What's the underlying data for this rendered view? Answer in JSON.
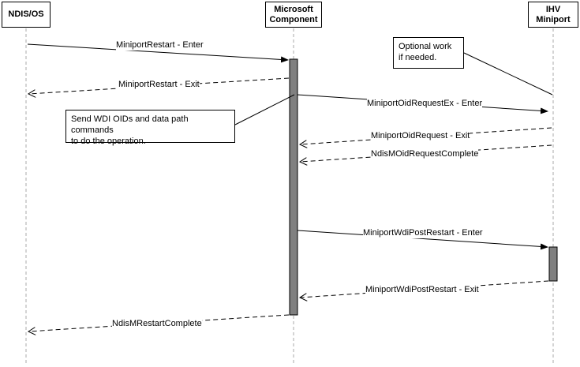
{
  "participants": {
    "ndis": {
      "label": "NDIS/OS"
    },
    "microsoft": {
      "line1": "Microsoft",
      "line2": "Component"
    },
    "ihv": {
      "line1": "IHV",
      "line2": "Miniport"
    }
  },
  "messages": [
    {
      "id": "m1",
      "label": "MiniportRestart - Enter",
      "from": "ndis",
      "to": "microsoft",
      "style": "solid"
    },
    {
      "id": "m2",
      "label": "MiniportRestart - Exit",
      "from": "microsoft",
      "to": "ndis",
      "style": "dashed"
    },
    {
      "id": "m3",
      "label": "MiniportOidRequestEx - Enter",
      "from": "microsoft",
      "to": "ihv",
      "style": "solid"
    },
    {
      "id": "m4",
      "label": "MiniportOidRequest - Exit",
      "from": "ihv",
      "to": "microsoft",
      "style": "dashed"
    },
    {
      "id": "m5",
      "label": "NdisMOidRequestComplete",
      "from": "ihv",
      "to": "microsoft",
      "style": "dashed"
    },
    {
      "id": "m6",
      "label": "MiniportWdiPostRestart - Enter",
      "from": "microsoft",
      "to": "ihv",
      "style": "solid"
    },
    {
      "id": "m7",
      "label": "MiniportWdiPostRestart - Exit",
      "from": "ihv",
      "to": "microsoft",
      "style": "dashed"
    },
    {
      "id": "m8",
      "label": "NdisMRestartComplete",
      "from": "microsoft",
      "to": "ndis",
      "style": "dashed"
    }
  ],
  "notes": {
    "optional": {
      "line1": "Optional work",
      "line2": "if needed."
    },
    "send": {
      "line1": "Send WDI OIDs and data path commands",
      "line2": "to do the operation."
    }
  },
  "colors": {
    "line": "#000000",
    "lifeline": "#aaaaaa",
    "activation": "#808080"
  }
}
